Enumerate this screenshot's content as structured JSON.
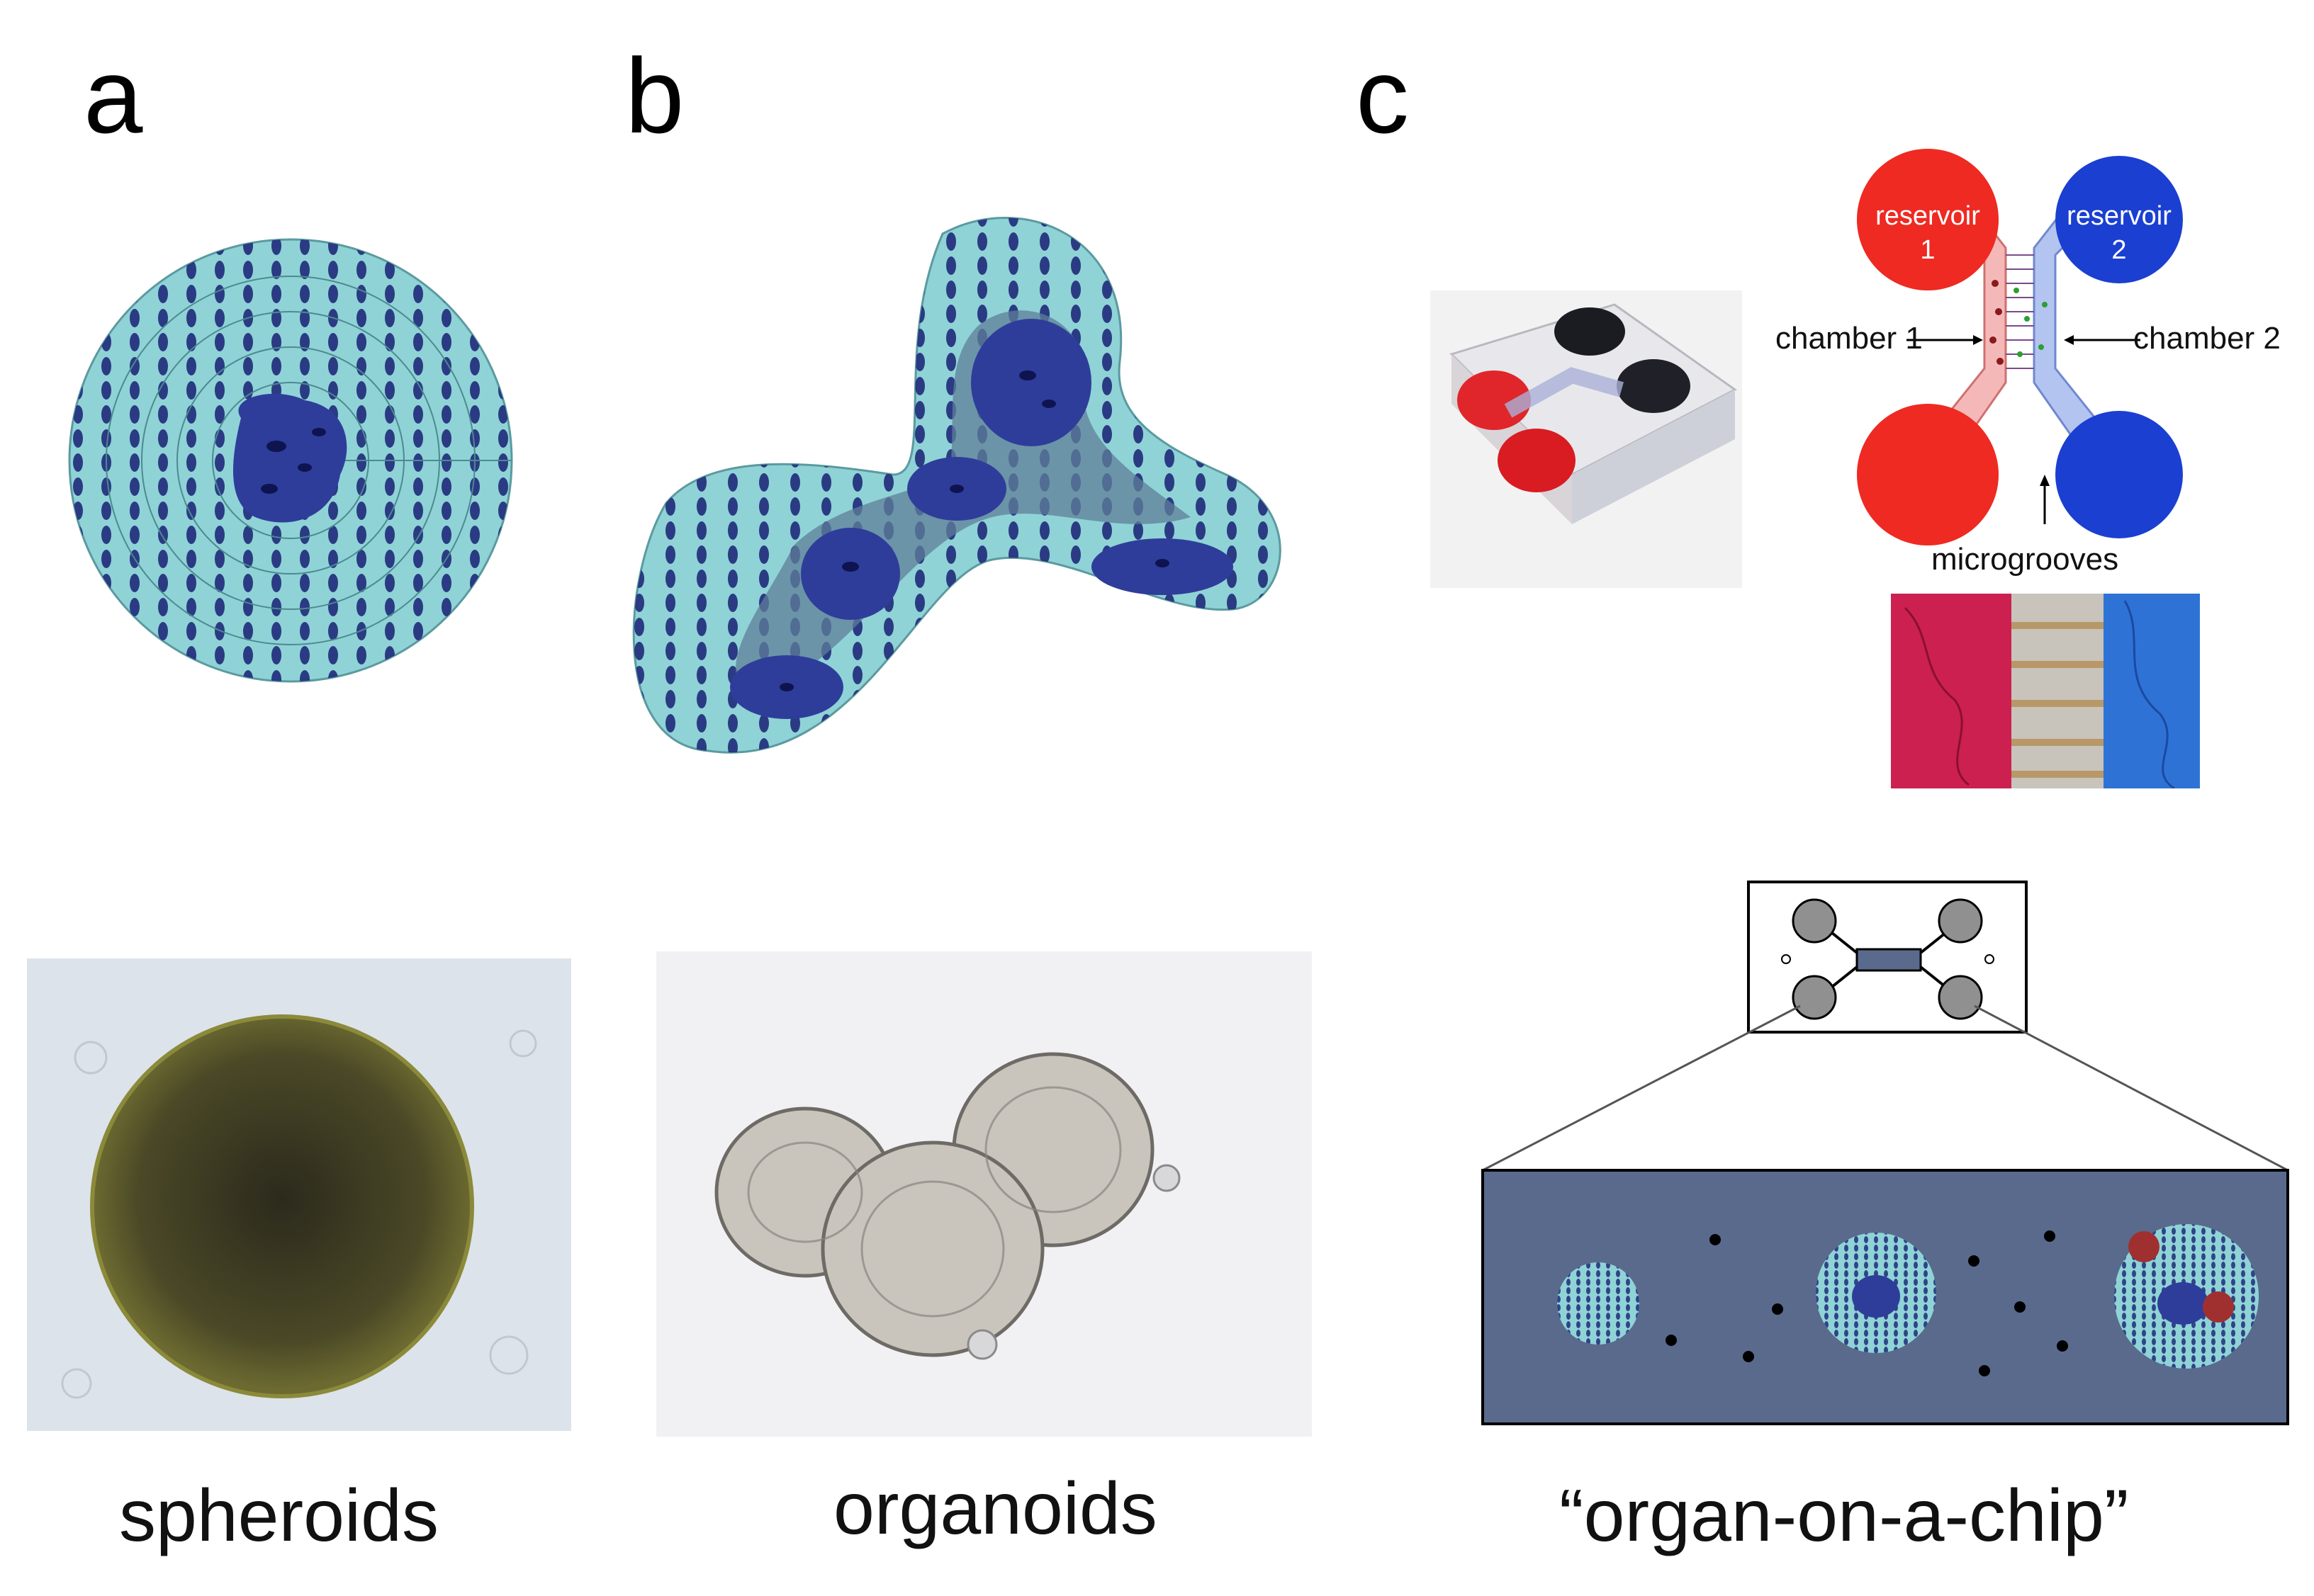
{
  "panels": {
    "a": {
      "letter": "a",
      "caption": "spheroids"
    },
    "b": {
      "letter": "b",
      "caption": "organoids"
    },
    "c": {
      "letter": "c",
      "caption": "“organ-on-a-chip”"
    }
  },
  "chip_labels": {
    "reservoir_1": [
      "reservoir",
      "1"
    ],
    "reservoir_2": [
      "reservoir",
      "2"
    ],
    "chamber_1": "chamber 1",
    "chamber_2": "chamber 2",
    "microgrooves": "microgrooves"
  },
  "colors": {
    "cell_fill": "#8fd3d6",
    "nucleus": "#1f2a7a",
    "core": "#2e3d9a",
    "reservoir_red": "#ee2a22",
    "reservoir_blue": "#1a3fd1",
    "chip_body": "#5a6a8c"
  }
}
